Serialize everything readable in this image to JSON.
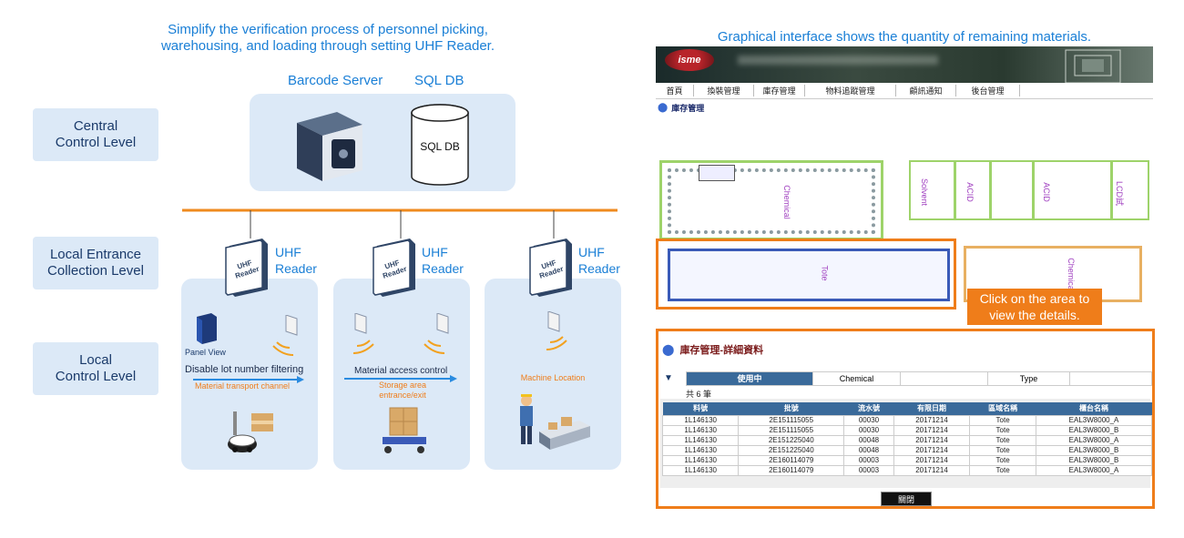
{
  "left": {
    "caption_line1": "Simplify the verification process of personnel picking,",
    "caption_line2": "warehousing, and loading through setting UHF Reader.",
    "barcode_server": "Barcode Server",
    "sql_db_label": "SQL DB",
    "sql_db_text": "SQL DB",
    "levels": [
      {
        "line1": "Central",
        "line2": "Control Level"
      },
      {
        "line1": "Local Entrance",
        "line2": "Collection Level"
      },
      {
        "line1": "Local",
        "line2": "Control Level"
      }
    ],
    "reader_label1": "UHF",
    "reader_label2": "Reader",
    "reader_chip_text": "UHF Reader",
    "panel1": {
      "panel_view": "Panel View",
      "main": "Disable lot number filtering",
      "sub": "Material transport channel"
    },
    "panel2": {
      "main": "Material access control",
      "sub_line1": "Storage area",
      "sub_line2": "entrance/exit"
    },
    "panel3": {
      "sub": "Machine Location"
    }
  },
  "right": {
    "caption": "Graphical interface shows the quantity of remaining materials.",
    "logo": "isme",
    "nav": [
      "首頁",
      "換裝管理",
      "庫存管理",
      "物料追蹤管理",
      "顧訊通知",
      "後台管理"
    ],
    "section_title": "庫存管理",
    "map_labels": {
      "chemical1": "Chemical",
      "solvent": "Solvent",
      "acid1": "ACID",
      "acid2": "ACID",
      "lcd": "LCD試",
      "tote": "Tote",
      "chemical2": "Chemical"
    },
    "callout_line1": "Click on the area to",
    "callout_line2": "view the details.",
    "detail": {
      "title": "庫存管理-詳細資料",
      "filter": [
        "使用中",
        "Chemical",
        "",
        "Type",
        ""
      ],
      "count": "共 6 筆",
      "headers": [
        "料號",
        "批號",
        "流水號",
        "有限日期",
        "區域名稱",
        "櫃台名稱"
      ],
      "rows": [
        [
          "1L146130",
          "2E151115055",
          "00030",
          "20171214",
          "Tote",
          "EAL3W8000_A"
        ],
        [
          "1L146130",
          "2E151115055",
          "00030",
          "20171214",
          "Tote",
          "EAL3W8000_B"
        ],
        [
          "1L146130",
          "2E151225040",
          "00048",
          "20171214",
          "Tote",
          "EAL3W8000_A"
        ],
        [
          "1L146130",
          "2E151225040",
          "00048",
          "20171214",
          "Tote",
          "EAL3W8000_B"
        ],
        [
          "1L146130",
          "2E160114079",
          "00003",
          "20171214",
          "Tote",
          "EAL3W8000_B"
        ],
        [
          "1L146130",
          "2E160114079",
          "00003",
          "20171214",
          "Tote",
          "EAL3W8000_A"
        ]
      ],
      "close": "關閉"
    }
  }
}
